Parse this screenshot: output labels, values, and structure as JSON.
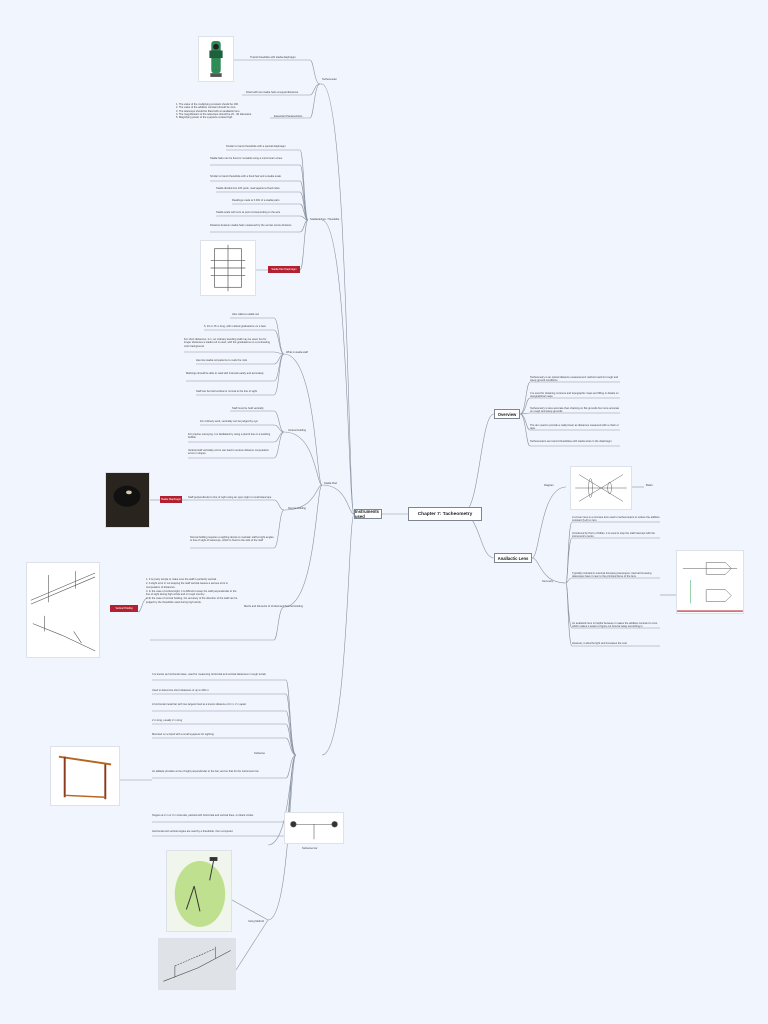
{
  "central": {
    "title": "Chapter 7: Tacheometry"
  },
  "branches": {
    "instruments": "Instruments used",
    "overview": "Overview",
    "anallactic": "Anallactic Lens"
  },
  "sub": {
    "tacheometer": "Tacheometer",
    "stadia_rod": "Stadia Rod",
    "subtense": "Subtense",
    "stadia_theodolite": "Stadia/tacheo. Theodolite",
    "what_stadia_staff": "What is stadia staff",
    "vertical_holding": "Vertical Holding",
    "normal_holding": "Normal Holding",
    "comparison": "Merits and Demerits of Vertical and Normal Holding",
    "subtense_bar": "Subtense bar",
    "using_method": "Using Method",
    "diagram": "Diagram",
    "summary": "Summary",
    "bullet": "Bullet",
    "normal_tag": "Normal Holding",
    "stadia_tag": "Stadia Hair Diaphragm",
    "vertical_tag": "Vertical Holding",
    "eyepiece_tag": "Stadia Diaphragm"
  },
  "tacheometer": {
    "transit": "Transit theodolite with stadia diaphragm",
    "fitted": "Fitted with two stadia hairs at equal distances",
    "chars_label": "Essential Characteristics",
    "chars": [
      "1. The value of the multiplying constant should be 100.",
      "2. The value of the additive constant should be zero.",
      "3. The telescope should be fitted with an anallactic lens.",
      "4. The magnification of the telescope should be 20 - 30 diameters.",
      "5. Magnifying power of the eyepiece at least high."
    ]
  },
  "theodolite": [
    "Similar to transit theodolite with a special diaphragm",
    "Stadia hairs can be fixed or movable using a micrometer screw",
    "Similar to transit theodolite with a fixed hair and a stadia scale",
    "Stadia divided into 100 parts, read against a fixed index",
    "Readings made to 0.001 of a stadia parts",
    "Stadia scale with zero at point corresponding to the axis",
    "Distance between stadia hairs measured by the vernier screw divisions"
  ],
  "stadia": {
    "what": [
      "Also called a stadia rod",
      "5, 10 or 15 m long, with marked graduations on a face",
      "For short distances, 3 m, an ordinary levelling staff may be used, but for longer distances a stadia rod is used, with the graduations on a contrasting color background",
      "Has two stadia red patterns to mark the rods",
      "Markings should be able to read with intervals easily and accurately",
      "Staff can be held vertical or normal to the line of sight"
    ],
    "vertical": [
      "Staff must be held vertically",
      "For ordinary work, verticality can be judged by eye",
      "For precise surveying, it is facilitated by using a plumb line or a levelling bubble",
      "Vertical staff verticality errors can lead to serious distance computation errors in slopes"
    ],
    "normal": [
      "Staff perpendicular to line of sight using an open sight or small telescope",
      "Normal holding requires a sighting device to maintain staff at right angles to line of sight of telescope, which is fixed to the side of the staff"
    ],
    "merits": [
      "1. It is pretty simple to make sure the staff is perfectly vertical.",
      "2. A slight error in not keeping the staff vertical causes a serious error in computation of distances.",
      "3. In the case of vertical sight, it is difficult to keep the staff perpendicular to the line of sight during high winds and in rough country.",
      "4. In the case of normal holding, the accuracy of the direction of the staff can be judged by the theodolite used during high winds."
    ]
  },
  "subtense": [
    "It is known as horizontal stave, used for measuring horizontal and vertical distances in rough terrain",
    "Used to determine short distances of up to 200 m",
    "A horizontal metal bar with two targets fixed at a known distance of 2 m, 3 m apart",
    "2 m long, usually 2 m long",
    "Mounted on a tripod with a small eyepiece for sighting",
    "An alidade provides a line of sight perpendicular to the bar, and so that for the instrument line",
    "Targets at 2 m or 3 m intervals, painted with horizontal and vertical lines, on black circles",
    "Horizontal and vertical angles are read by a theodolite, then computed"
  ],
  "overview": [
    "Tacheometry is an optical distance measurement method used for rough and steep ground conditions",
    "It is used for obtaining contours and topographic maps and filling in details on topographical maps",
    "Tacheometry is less accurate than chaining on flat grounds but more accurate on rough and steep grounds",
    "The aim used to provide a really linear as distances measured with a chain or tape",
    "Tacheometers are transit theodolites with stadia wires in the diaphragm"
  ],
  "anallactic": {
    "summary": [
      "A convex lens is a concave lens used in tacheometers to reduce the additive constant (f+d) to zero",
      "Introduced by Porro of Milan, it is used to stop the staff intercept with the instrument's centre",
      "Typically included in external focussing telescopes; internal focussing telescopes have it near to the principal focus of the lens",
      "An anallactic lens is helpful because it makes the additive constant to zero, which makes it easier to figure out how far away something is",
      "However, it absorbs light and increases the cost"
    ]
  },
  "colors": {
    "accent": "#b3202f",
    "line": "#8a93a0",
    "background": "#f1f5fd"
  }
}
